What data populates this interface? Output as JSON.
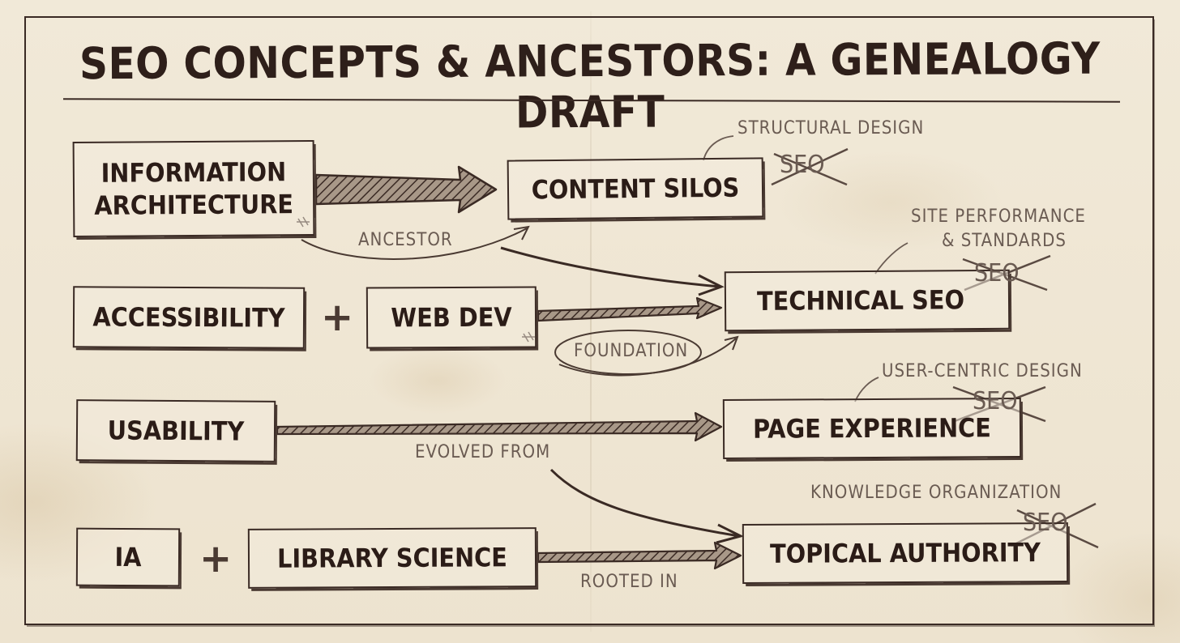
{
  "title": "SEO CONCEPTS & ANCESTORS: A GENEALOGY DRAFT",
  "nodes": {
    "information_architecture": [
      "INFORMATION",
      "ARCHITECTURE"
    ],
    "content_silos": "CONTENT SILOS",
    "accessibility": "ACCESSIBILITY",
    "web_dev": "WEB DEV",
    "technical_seo": "TECHNICAL SEO",
    "usability": "USABILITY",
    "page_experience": "PAGE EXPERIENCE",
    "ia": "IA",
    "library_science": "LIBRARY SCIENCE",
    "topical_authority": "TOPICAL AUTHORITY"
  },
  "operators": {
    "plus": "+"
  },
  "edge_labels": {
    "ancestor": "ANCESTOR",
    "foundation": "FOUNDATION",
    "evolved_from": "EVOLVED FROM",
    "rooted_in": "ROOTED IN"
  },
  "annotations": {
    "structural_design": "STRUCTURAL DESIGN",
    "site_performance": [
      "SITE PERFORMANCE",
      "& STANDARDS"
    ],
    "user_centric_design": "USER-CENTRIC DESIGN",
    "knowledge_organization": "KNOWLEDGE ORGANIZATION",
    "crossed_out": "SEO"
  },
  "colors": {
    "ink": "#3a2a24",
    "paper": "#efe6d4",
    "pencil": "#6a5b52"
  }
}
